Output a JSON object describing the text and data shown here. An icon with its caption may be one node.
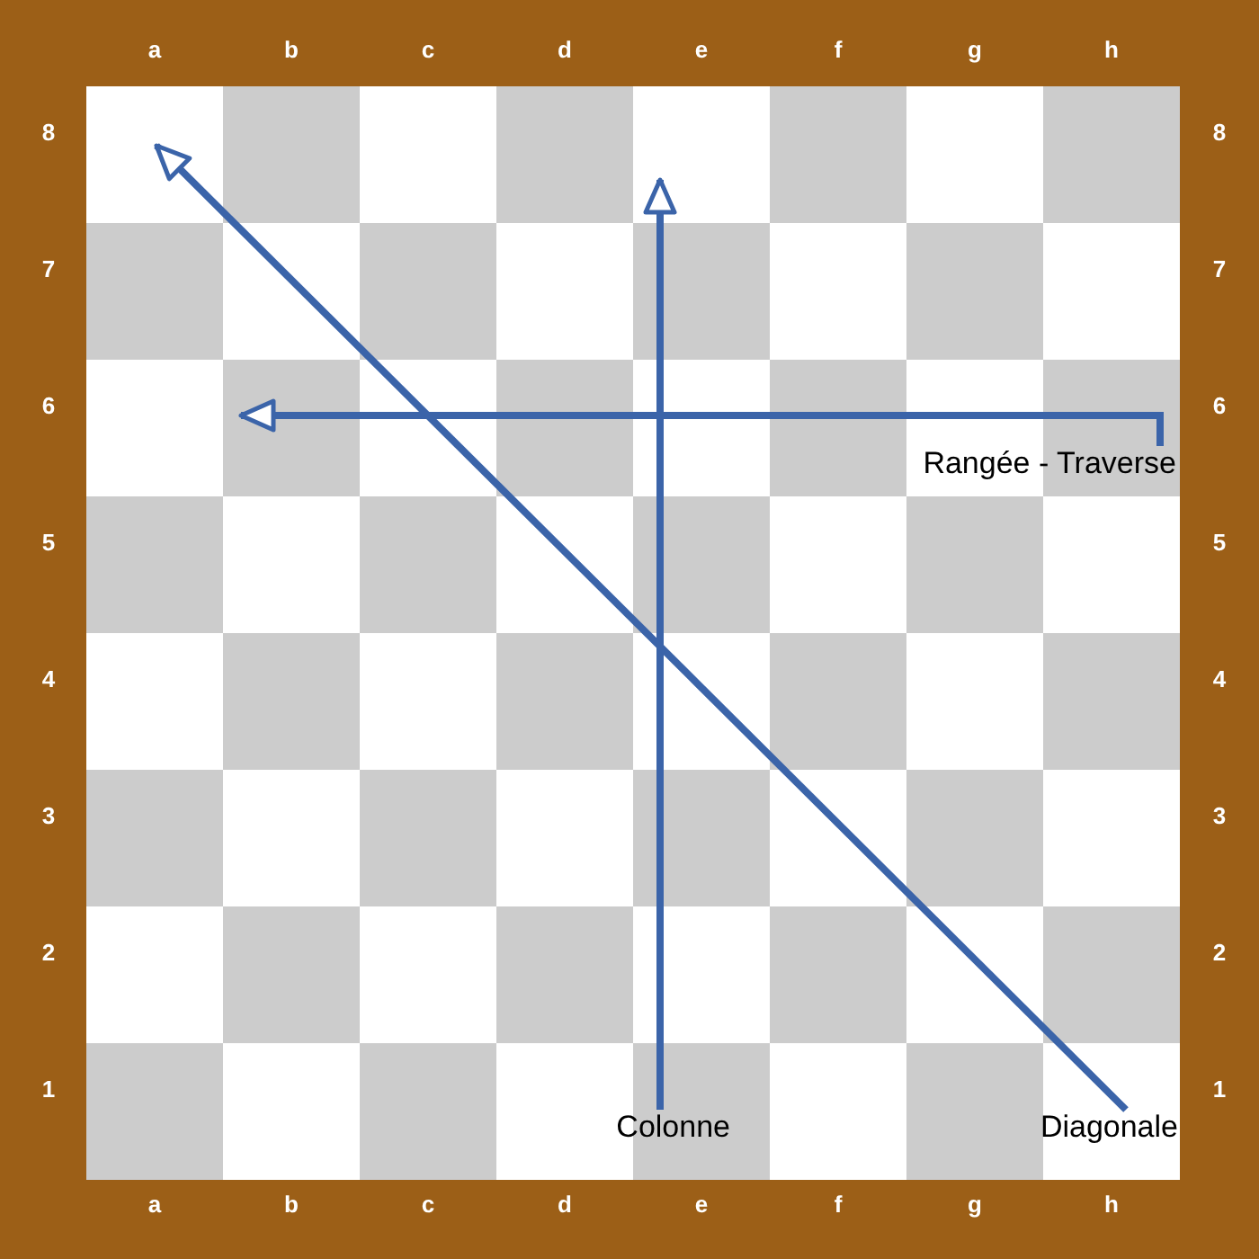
{
  "diagram": {
    "nodes": [
      {
        "text": [
          "Rangée - Traverse"
        ]
      },
      {
        "text": [
          "Colonne"
        ]
      },
      {
        "text": [
          "Diagonale"
        ]
      }
    ],
    "edges": [
      {
        "from": 0,
        "to": null,
        "arrow": "to"
      },
      {
        "from": 1,
        "to": null,
        "arrow": "to"
      },
      {
        "from": 2,
        "to": null,
        "arrow": "to"
      }
    ],
    "labels": [
      "a",
      "b",
      "c",
      "d",
      "e",
      "f",
      "g",
      "h",
      "8",
      "8",
      "7",
      "7",
      "6",
      "6",
      "5",
      "5",
      "4",
      "4",
      "3",
      "3",
      "2",
      "2",
      "1",
      "1",
      "a",
      "b",
      "c",
      "d",
      "e",
      "f",
      "g",
      "h"
    ]
  }
}
